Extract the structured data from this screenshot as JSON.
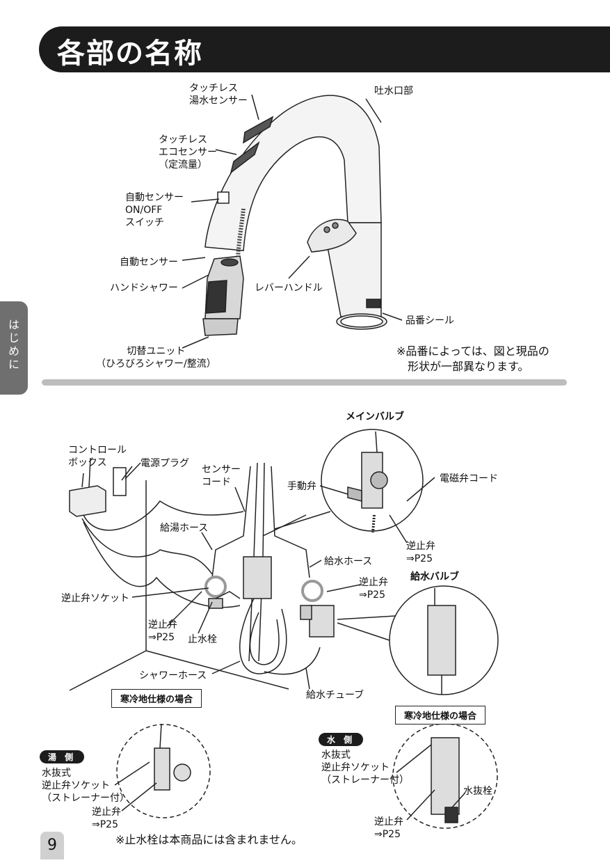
{
  "page": {
    "title": "各部の名称",
    "side_tab": "はじめに",
    "page_number": "9"
  },
  "faucet": {
    "labels": {
      "touchless_hot": "タッチレス\n湯水センサー",
      "spout": "吐水口部",
      "touchless_eco": "タッチレス\nエコセンサー\n（定流量）",
      "auto_switch": "自動センサー\nON/OFF\nスイッチ",
      "auto_sensor": "自動センサー",
      "hand_shower": "ハンドシャワー",
      "lever": "レバーハンドル",
      "serial_seal": "品番シール",
      "switch_unit": "切替ユニット\n（ひろびろシャワー/整流）"
    },
    "note": "※品番によっては、図と現品の\n　形状が一部異なります。"
  },
  "piping": {
    "main_valve_title": "メインバルブ",
    "supply_valve_title": "給水バルブ",
    "labels": {
      "control_box": "コントロール\nボックス",
      "power_plug": "電源プラグ",
      "sensor_cord": "センサー\nコード",
      "manual_valve": "手動弁",
      "solenoid_cord": "電磁弁コード",
      "hot_hose": "給湯ホース",
      "check_valve_main": "逆止弁\n⇒P25",
      "supply_hose": "給水ホース",
      "check_valve_right": "逆止弁\n⇒P25",
      "check_socket": "逆止弁ソケット",
      "check_valve_left": "逆止弁\n⇒P25",
      "stop_valve": "止水栓",
      "shower_hose": "シャワーホース",
      "supply_tube": "給水チューブ"
    }
  },
  "cold_region": {
    "box_left": "寒冷地仕様の場合",
    "box_right": "寒冷地仕様の場合",
    "hot_side": {
      "pill": "湯 側",
      "label": "水抜式\n逆止弁ソケット\n（ストレーナー付）",
      "check": "逆止弁\n⇒P25"
    },
    "water_side": {
      "pill": "水 側",
      "label": "水抜式\n逆止弁ソケット\n（ストレーナー付）",
      "drain": "水抜栓",
      "check": "逆止弁\n⇒P25"
    }
  },
  "footer_note": "※止水栓は本商品には含まれません。"
}
